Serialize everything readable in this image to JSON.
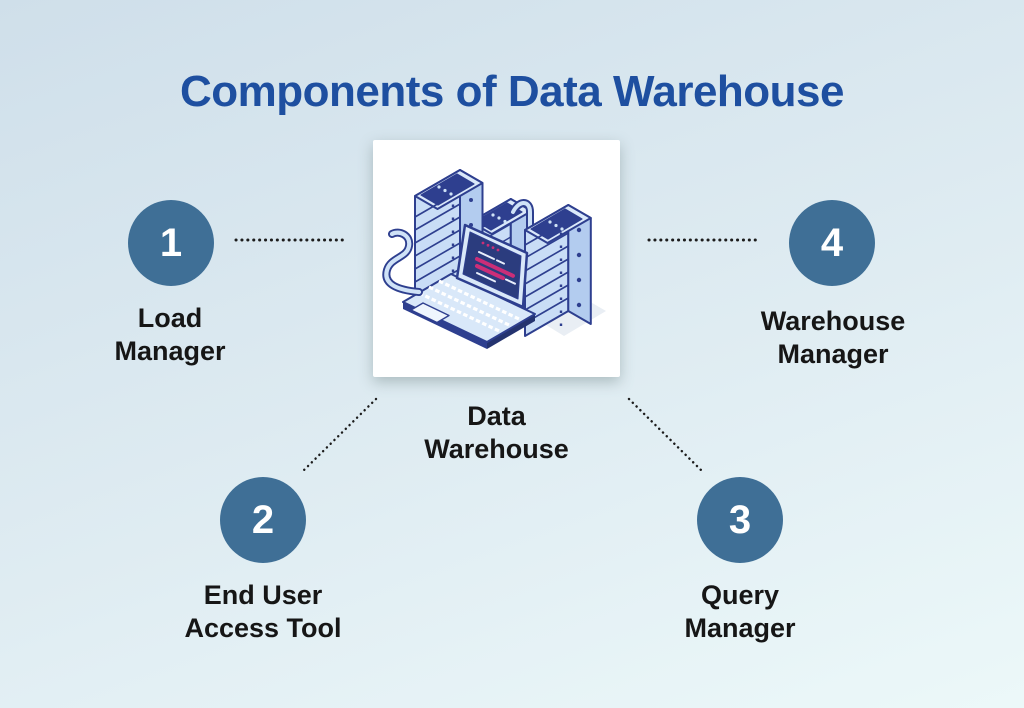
{
  "title": {
    "text": "Components of Data Warehouse"
  },
  "center": {
    "label": "Data\nWarehouse",
    "illustration_alt": "isometric illustration of three server racks connected to a laptop"
  },
  "components": [
    {
      "number": "1",
      "label": "Load\nManager",
      "position": "left"
    },
    {
      "number": "2",
      "label": "End User\nAccess Tool",
      "position": "bottom-left"
    },
    {
      "number": "3",
      "label": "Query\nManager",
      "position": "bottom-right"
    },
    {
      "number": "4",
      "label": "Warehouse\nManager",
      "position": "right"
    }
  ],
  "colors": {
    "background_top": "#cfdfea",
    "background_bottom": "#ecf8f9",
    "title": "#1e4fa0",
    "circle_fill": "#3f6f96",
    "circle_number": "#ffffff",
    "label_text": "#161616",
    "connector_dots": "#1c1c1c",
    "illustration_navy": "#2e3f8f",
    "illustration_light_blue": "#c9ddf6",
    "illustration_screen": "#2b3c7e",
    "illustration_magenta": "#cb2e78"
  }
}
